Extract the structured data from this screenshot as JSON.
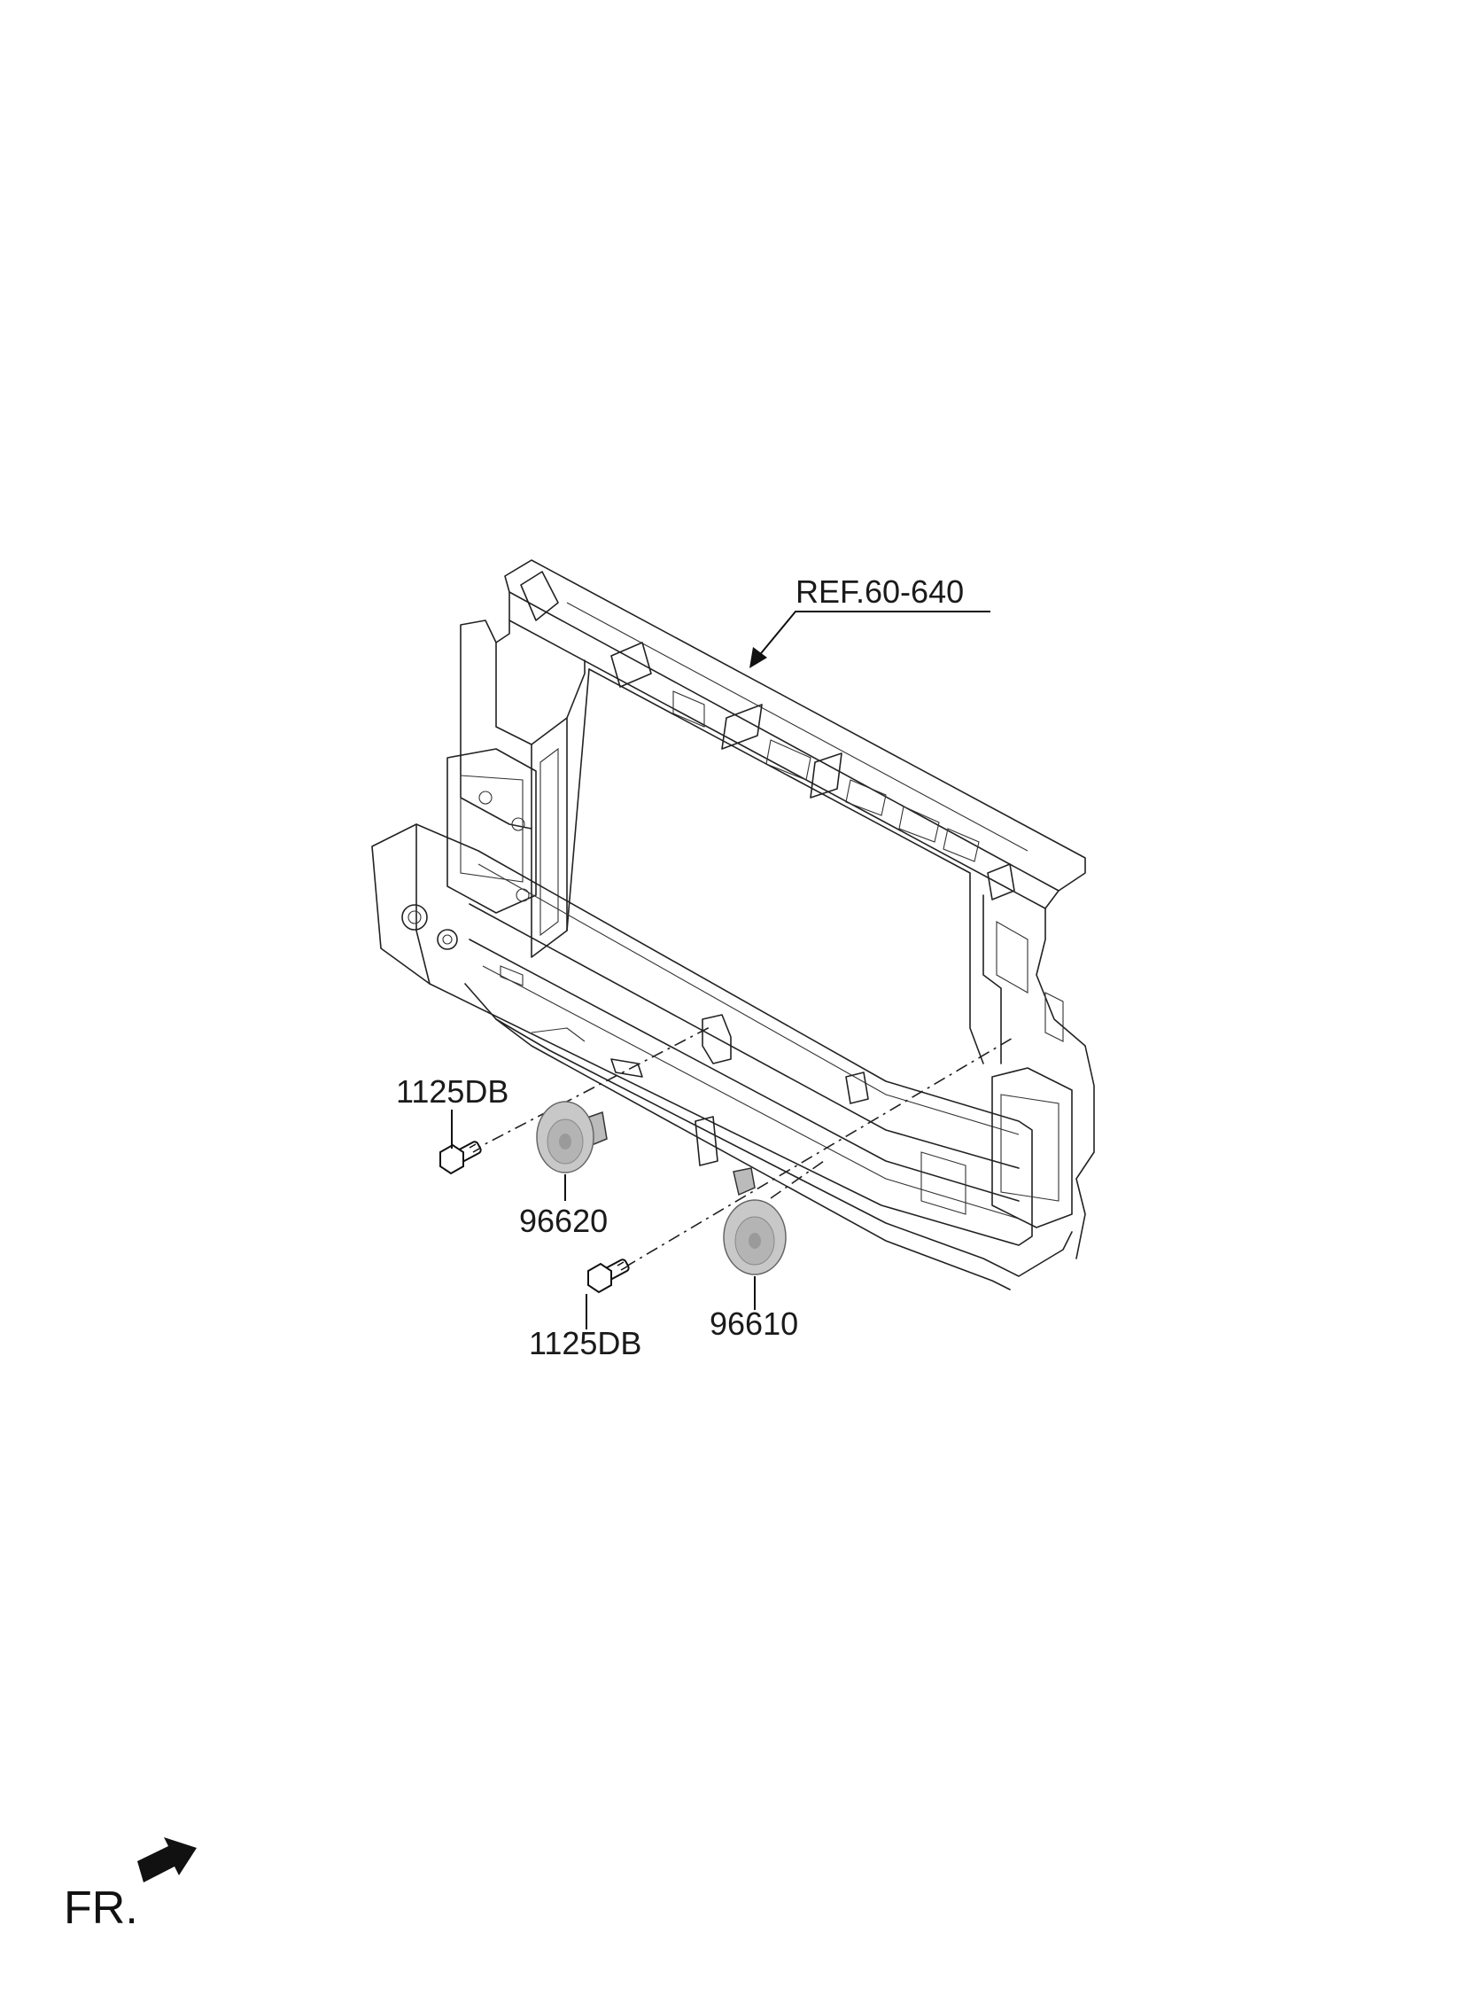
{
  "labels": {
    "ref": "REF.60-640",
    "bolt_upper": "1125DB",
    "horn_low": "96620",
    "bolt_lower": "1125DB",
    "horn_high": "96610",
    "front_indicator": "FR."
  },
  "icons": {
    "front_arrow": "arrow-icon",
    "bolt": "bolt-icon",
    "horn": "horn-icon"
  },
  "colors": {
    "line": "#222222",
    "horn_fill": "#c8c8c8",
    "horn_shade": "#9a9a9a",
    "background": "#ffffff"
  }
}
